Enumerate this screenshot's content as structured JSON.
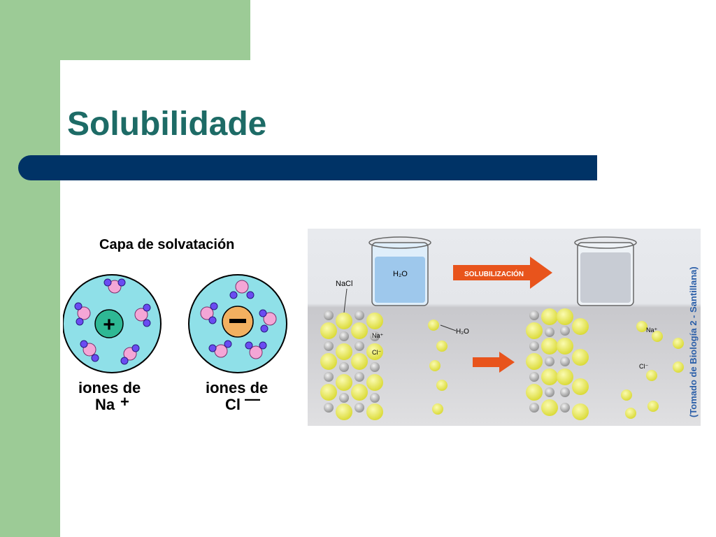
{
  "slide": {
    "title": "Solubilidade"
  },
  "left_figure": {
    "heading": "Capa de solvatación",
    "cation_caption_line1": "iones de",
    "cation_caption_line2": "Na",
    "cation_sign": "+",
    "anion_caption_line1": "iones de",
    "anion_caption_line2": "Cl",
    "anion_sign": "—",
    "cation_symbol": "+",
    "anion_symbol": "−"
  },
  "right_figure": {
    "beaker_label": "H₂O",
    "nacl_label": "NaCl",
    "process_label": "SOLUBILIZACIÓN",
    "na_ion_label": "Na⁺",
    "cl_ion_label": "Cl⁻",
    "water_label": "H₂O",
    "na_ion_label_right": "Na⁺",
    "cl_ion_label_right": "Cl⁻",
    "credit": "(Tomado de Biología 2 - Santillana)"
  },
  "colors": {
    "green_accent": "#9ccb96",
    "title_color": "#1d6b66",
    "bar_color": "#003366",
    "arrow_color": "#e8541c"
  }
}
